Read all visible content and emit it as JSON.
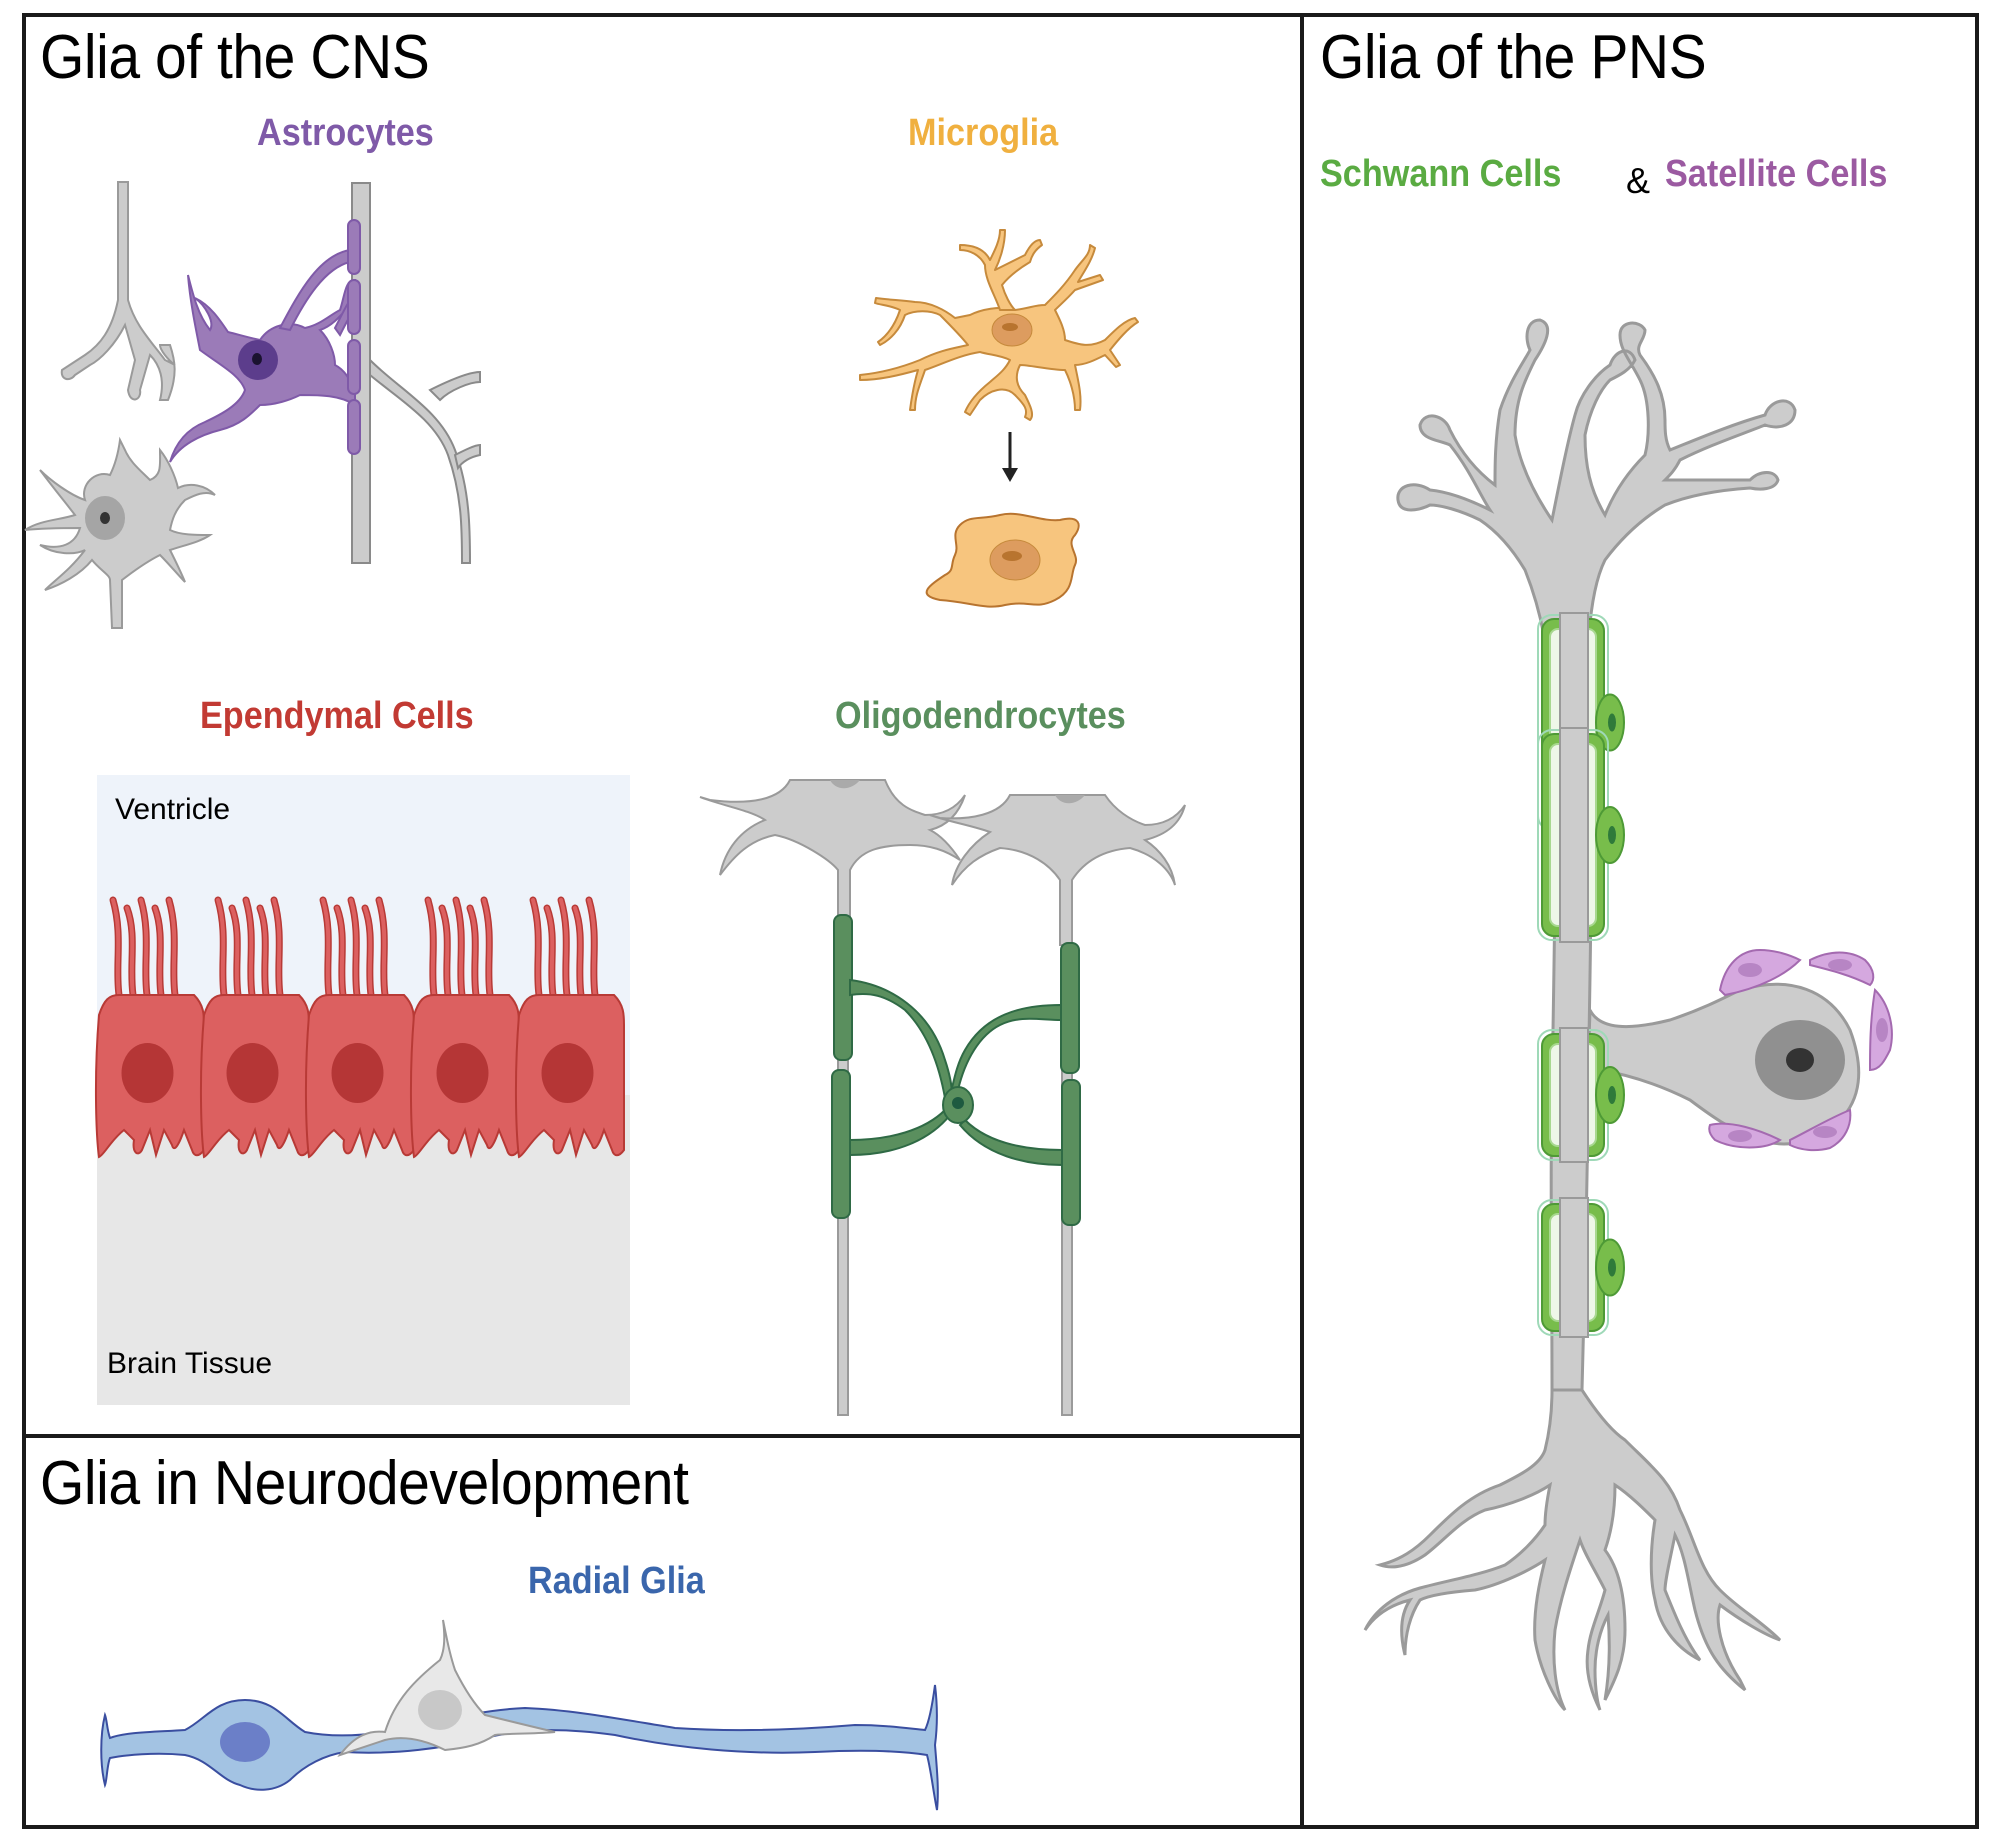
{
  "figure": {
    "panels": {
      "cns": {
        "title": "Glia of the CNS",
        "cells": {
          "astrocytes": {
            "label": "Astrocytes",
            "color": "#7f5aa8"
          },
          "microglia": {
            "label": "Microglia",
            "color": "#f0b03f"
          },
          "ependymal": {
            "label": "Ependymal Cells",
            "color": "#c23a33",
            "region_top": "Ventricle",
            "region_bottom": "Brain Tissue",
            "cell_count": 5
          },
          "oligodendrocytes": {
            "label": "Oligodendrocytes",
            "color": "#5a8f5e"
          }
        }
      },
      "pns": {
        "title": "Glia of the PNS",
        "subtitle_part1": "Schwann Cells",
        "subtitle_join": "&",
        "subtitle_part2": "Satellite Cells",
        "schwann_color": "#5aab42",
        "satellite_color": "#9b5aa1"
      },
      "neurodevelopment": {
        "title": "Glia in Neurodevelopment",
        "cells": {
          "radial_glia": {
            "label": "Radial Glia",
            "color": "#3a66ac"
          }
        }
      }
    },
    "colors": {
      "neuron_gray": "#cccccc",
      "neuron_outline": "#9a9a9a",
      "border": "#1a1a1a",
      "ventricle_bg": "#eef3fa",
      "tissue_bg": "#e7e7e7"
    }
  }
}
